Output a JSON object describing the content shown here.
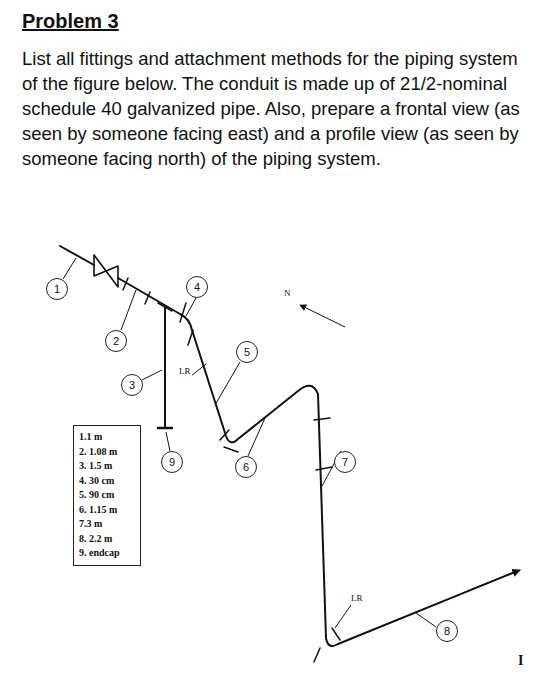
{
  "diagram": {
    "title": "Problem 3",
    "nodes": [
      {
        "text": [
          "1"
        ]
      },
      {
        "text": [
          "2"
        ]
      },
      {
        "text": [
          "3"
        ]
      },
      {
        "text": [
          "4"
        ]
      },
      {
        "text": [
          "5"
        ]
      },
      {
        "text": [
          "6"
        ]
      },
      {
        "text": [
          "7"
        ]
      },
      {
        "text": [
          "8"
        ]
      },
      {
        "text": [
          "9"
        ]
      },
      {
        "text": [
          "1.1 m",
          "2. 1.08 m",
          "3. 1.5 m",
          "4. 30 cm",
          "5. 90 cm",
          "6. 1.15 m",
          "7.3 m",
          "8. 2.2 m",
          "9. endcap"
        ]
      }
    ],
    "labels": [
      "List all fittings and attachment methods for the piping system of the figure below. The conduit is made up of 21/2-nominal schedule 40 galvanized pipe. Also, prepare a frontal view (as seen by someone facing east) and a profile view (as seen by someone facing north) of the piping system.",
      "LR",
      "LR",
      "N",
      "I"
    ]
  }
}
